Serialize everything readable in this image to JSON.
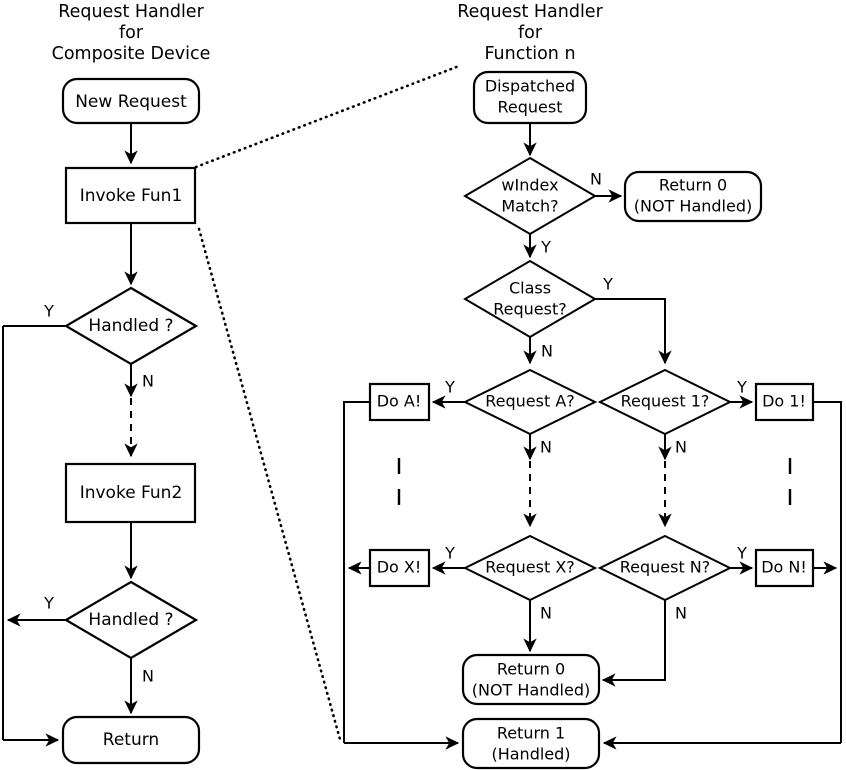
{
  "diagram": {
    "kind": "flowchart",
    "panels": [
      {
        "id": "composite",
        "title_lines": [
          "Request Handler",
          "for",
          "Composite Device"
        ],
        "nodes": [
          {
            "id": "new-request",
            "shape": "rounded",
            "label": "New Request"
          },
          {
            "id": "invoke-fun1",
            "shape": "rect",
            "label": "Invoke Fun1"
          },
          {
            "id": "handled-1",
            "shape": "diamond",
            "label": "Handled ?"
          },
          {
            "id": "invoke-fun2",
            "shape": "rect",
            "label": "Invoke Fun2"
          },
          {
            "id": "handled-2",
            "shape": "diamond",
            "label": "Handled ?"
          },
          {
            "id": "return",
            "shape": "rounded",
            "label": "Return"
          }
        ],
        "branch_labels": {
          "handled1_yes": "Y",
          "handled1_no": "N",
          "handled2_yes": "Y",
          "handled2_no": "N"
        }
      },
      {
        "id": "function-n",
        "title_lines": [
          "Request Handler",
          "for",
          "Function n"
        ],
        "nodes": [
          {
            "id": "dispatched-request",
            "shape": "rounded",
            "label_lines": [
              "Dispatched",
              "Request"
            ]
          },
          {
            "id": "windex-match",
            "shape": "diamond",
            "label_lines": [
              "wIndex",
              "Match?"
            ]
          },
          {
            "id": "return0-top",
            "shape": "rounded",
            "label_lines": [
              "Return 0",
              "(NOT Handled)"
            ]
          },
          {
            "id": "class-request",
            "shape": "diamond",
            "label_lines": [
              "Class",
              "Request?"
            ]
          },
          {
            "id": "request-a",
            "shape": "diamond",
            "label": "Request A?"
          },
          {
            "id": "do-a",
            "shape": "rect",
            "label": "Do A!"
          },
          {
            "id": "request-1",
            "shape": "diamond",
            "label": "Request 1?"
          },
          {
            "id": "do-1",
            "shape": "rect",
            "label": "Do 1!"
          },
          {
            "id": "request-x",
            "shape": "diamond",
            "label": "Request X?"
          },
          {
            "id": "do-x",
            "shape": "rect",
            "label": "Do X!"
          },
          {
            "id": "request-n",
            "shape": "diamond",
            "label": "Request N?"
          },
          {
            "id": "do-n",
            "shape": "rect",
            "label": "Do N!"
          },
          {
            "id": "return0-bottom",
            "shape": "rounded",
            "label_lines": [
              "Return 0",
              "(NOT Handled)"
            ]
          },
          {
            "id": "return1",
            "shape": "rounded",
            "label_lines": [
              "Return 1",
              "(Handled)"
            ]
          }
        ],
        "branch_labels": {
          "windex_no": "N",
          "windex_yes": "Y",
          "class_yes": "Y",
          "class_no": "N",
          "reqa_yes": "Y",
          "reqa_no": "N",
          "req1_yes": "Y",
          "req1_no": "N",
          "reqx_yes": "Y",
          "reqx_no": "N",
          "reqn_yes": "Y",
          "reqn_no": "N"
        }
      }
    ],
    "colors": {
      "stroke": "#000000",
      "fill": "#ffffff",
      "background": "#ffffff"
    }
  }
}
